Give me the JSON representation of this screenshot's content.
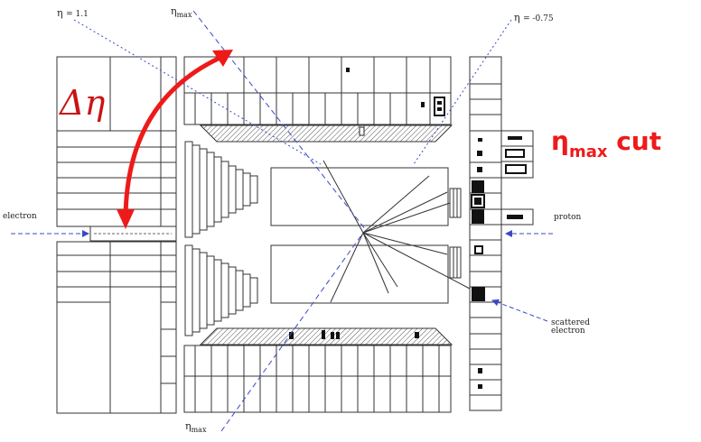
{
  "labels": {
    "eta_left_symbol": "η",
    "eta_left_value": "= 1.1",
    "eta_right_symbol": "η",
    "eta_right_value": "= -0.75",
    "eta_top_symbol": "η",
    "eta_top_sub": "max",
    "eta_bottom_symbol": "η",
    "eta_bottom_sub": "max",
    "electron": "electron",
    "proton": "proton",
    "scattered_line1": "scattered",
    "scattered_line2": "electron"
  },
  "annotations": {
    "delta_eta": "Δη",
    "cut_symbol": "η",
    "cut_sub": "max",
    "cut_word": "cut"
  },
  "colors": {
    "annotation_red": "#ee1a1a",
    "delta_red": "#c81414",
    "guide_blue": "#3a48c8",
    "detector_line": "#333333"
  }
}
